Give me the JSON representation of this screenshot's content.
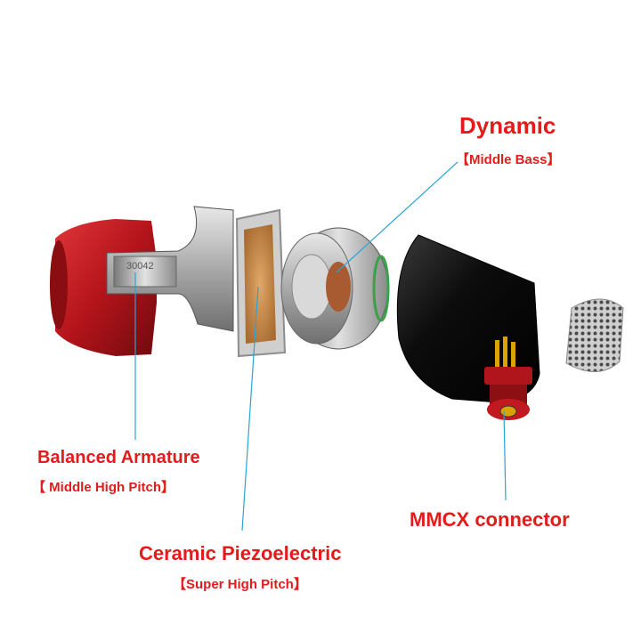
{
  "labels": {
    "dynamic": {
      "title": "Dynamic",
      "subtitle": "【Middle Bass】"
    },
    "balanced_armature": {
      "title": "Balanced Armature",
      "subtitle": "【 Middle High Pitch】"
    },
    "ceramic_piezoelectric": {
      "title": "Ceramic Piezoelectric",
      "subtitle": "【Super High Pitch】"
    },
    "mmcx": {
      "title": "MMCX connector"
    }
  },
  "armature_marking": "30042",
  "colors": {
    "label_red": "#e31b1b",
    "leader_line": "#2aa3d6",
    "shell_red": "#c5161c",
    "housing_black": "#101010",
    "metal_silver": "#b8b8b8",
    "piezo_gold": "#c98a4b"
  }
}
